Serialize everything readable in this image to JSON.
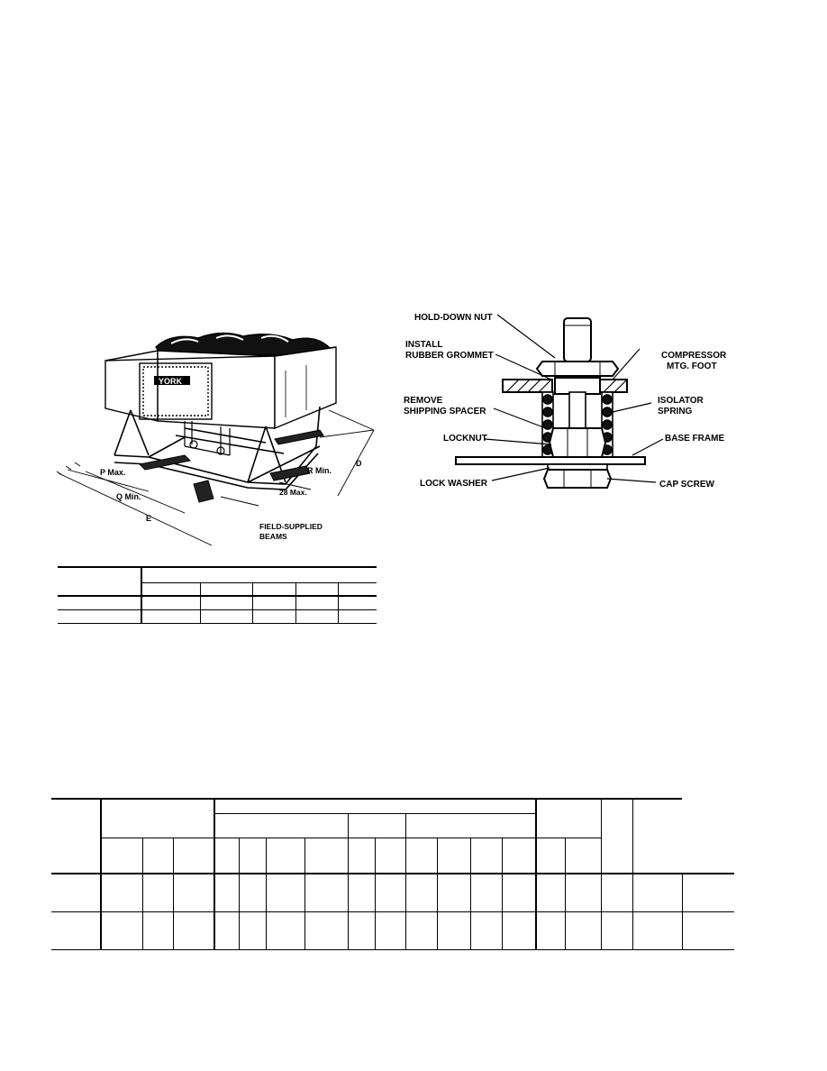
{
  "rigging_figure": {
    "unit_logo": "YORK",
    "dimensions": {
      "d": "D",
      "e": "E",
      "p_max": "P  Max.",
      "q_min": "Q  Min.",
      "r_min": "R  Min.",
      "max_28": "28 Max."
    },
    "beams_label_line1": "FIELD-SUPPLIED",
    "beams_label_line2": "BEAMS"
  },
  "isolator_figure": {
    "hold_down_nut": "HOLD-DOWN NUT",
    "install_line1": "INSTALL",
    "install_line2": "RUBBER GROMMET",
    "compressor_line1": "COMPRESSOR",
    "compressor_line2": "MTG. FOOT",
    "remove_line1": "REMOVE",
    "remove_line2": "SHIPPING SPACER",
    "isolator_line1": "ISOLATOR",
    "isolator_line2": "SPRING",
    "locknut": "LOCKNUT",
    "base_frame": "BASE FRAME",
    "lock_washer": "LOCK WASHER",
    "cap_screw": "CAP SCREW"
  }
}
